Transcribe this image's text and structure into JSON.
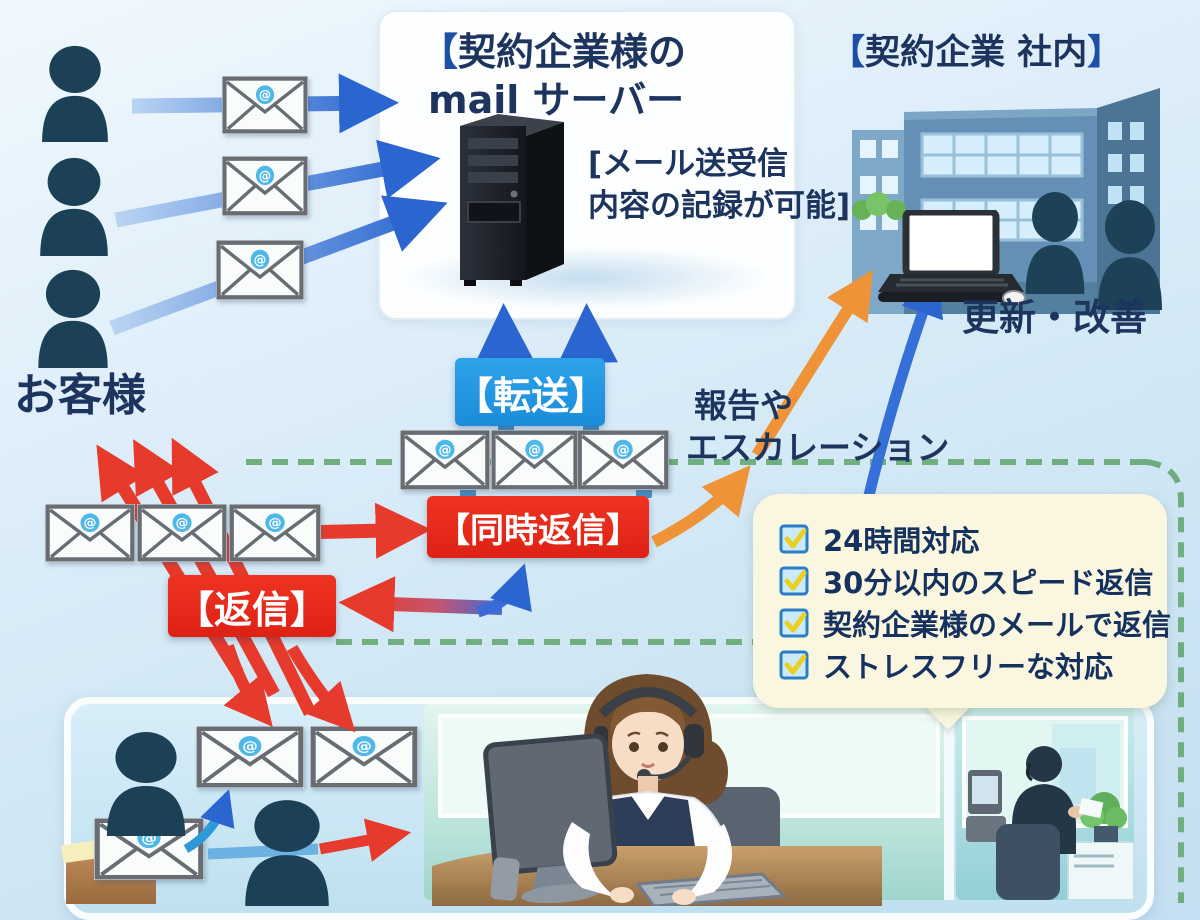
{
  "page": {
    "type": "email-support-flow-infographic",
    "language": "ja"
  },
  "customers": {
    "label": "お客様"
  },
  "mail_server": {
    "bracket_open": "【",
    "title_line1": "契約企業様の",
    "title_line2": "mail サーバー",
    "note_line1": "[メール送受信",
    "note_line2": "内容の記録が可能]"
  },
  "company": {
    "bracket_open": "【",
    "title": "契約企業 社内",
    "bracket_close": "】",
    "caption": "更新・改善"
  },
  "flow": {
    "forward_badge": "【転送】",
    "simul_reply_badge": "【同時返信】",
    "reply_badge": "【返信】",
    "report_line1": "報告や",
    "report_line2": "エスカレーション"
  },
  "benefits": {
    "items": [
      "24時間対応",
      "30分以内のスピード返信",
      "契約企業様のメールで返信",
      "ストレスフリーな対応"
    ]
  },
  "icons": {
    "customer": "person-silhouette",
    "mail": "envelope-with-at-mark",
    "server": "server-tower",
    "building": "office-building",
    "laptop": "laptop",
    "check": "checked-checkbox",
    "operator": "support-operator-with-headset"
  },
  "colors": {
    "badge_blue": "#1e96e0",
    "badge_red": "#e8271c",
    "arrow_blue": "#2b66d0",
    "arrow_red": "#e63a2c",
    "arrow_orange": "#ef9338",
    "text_navy": "#1d355e",
    "bracket_blue": "#1b50a6",
    "bubble_bg": "#fbf6df",
    "dash_green": "#5ea46b",
    "check_yellow": "#e9d022"
  }
}
